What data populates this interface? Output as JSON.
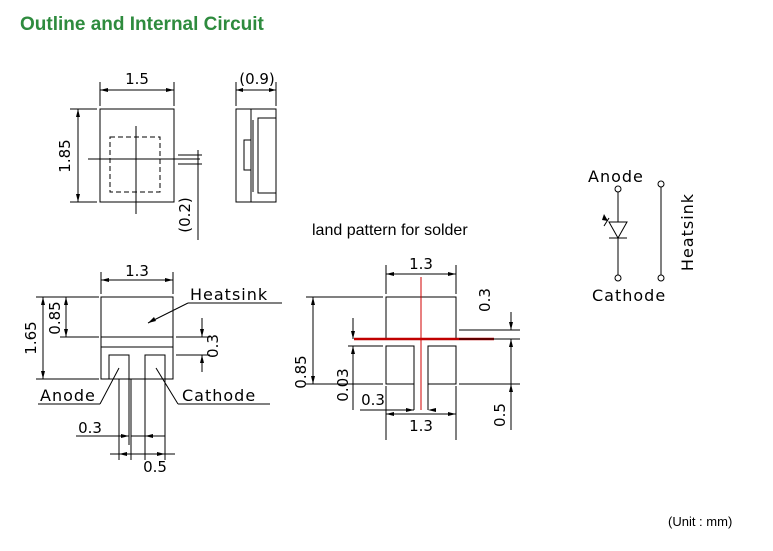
{
  "header": {
    "title": "Outline and Internal Circuit"
  },
  "land_pattern": {
    "title": "land pattern for solder"
  },
  "footer": {
    "unit": "(Unit : mm)"
  },
  "top_view": {
    "width": "1.5",
    "height": "1.85",
    "side_thickness": "(0.9)",
    "offset": "(0.2)"
  },
  "bottom_view": {
    "width": "1.3",
    "height": "1.65",
    "upper_height": "0.85",
    "gap": "0.3",
    "pad_width": "0.3",
    "pad_pitch": "0.5",
    "heatsink_label": "Heatsink",
    "anode_label": "Anode",
    "cathode_label": "Cathode"
  },
  "land_dims": {
    "top_width": "1.3",
    "bottom_width": "1.3",
    "height": "0.85",
    "offset": "0.03",
    "pad": "0.3",
    "right_top": "0.3",
    "right_bottom": "0.5"
  },
  "circuit": {
    "anode": "Anode",
    "cathode": "Cathode",
    "heatsink": "Heatsink"
  }
}
